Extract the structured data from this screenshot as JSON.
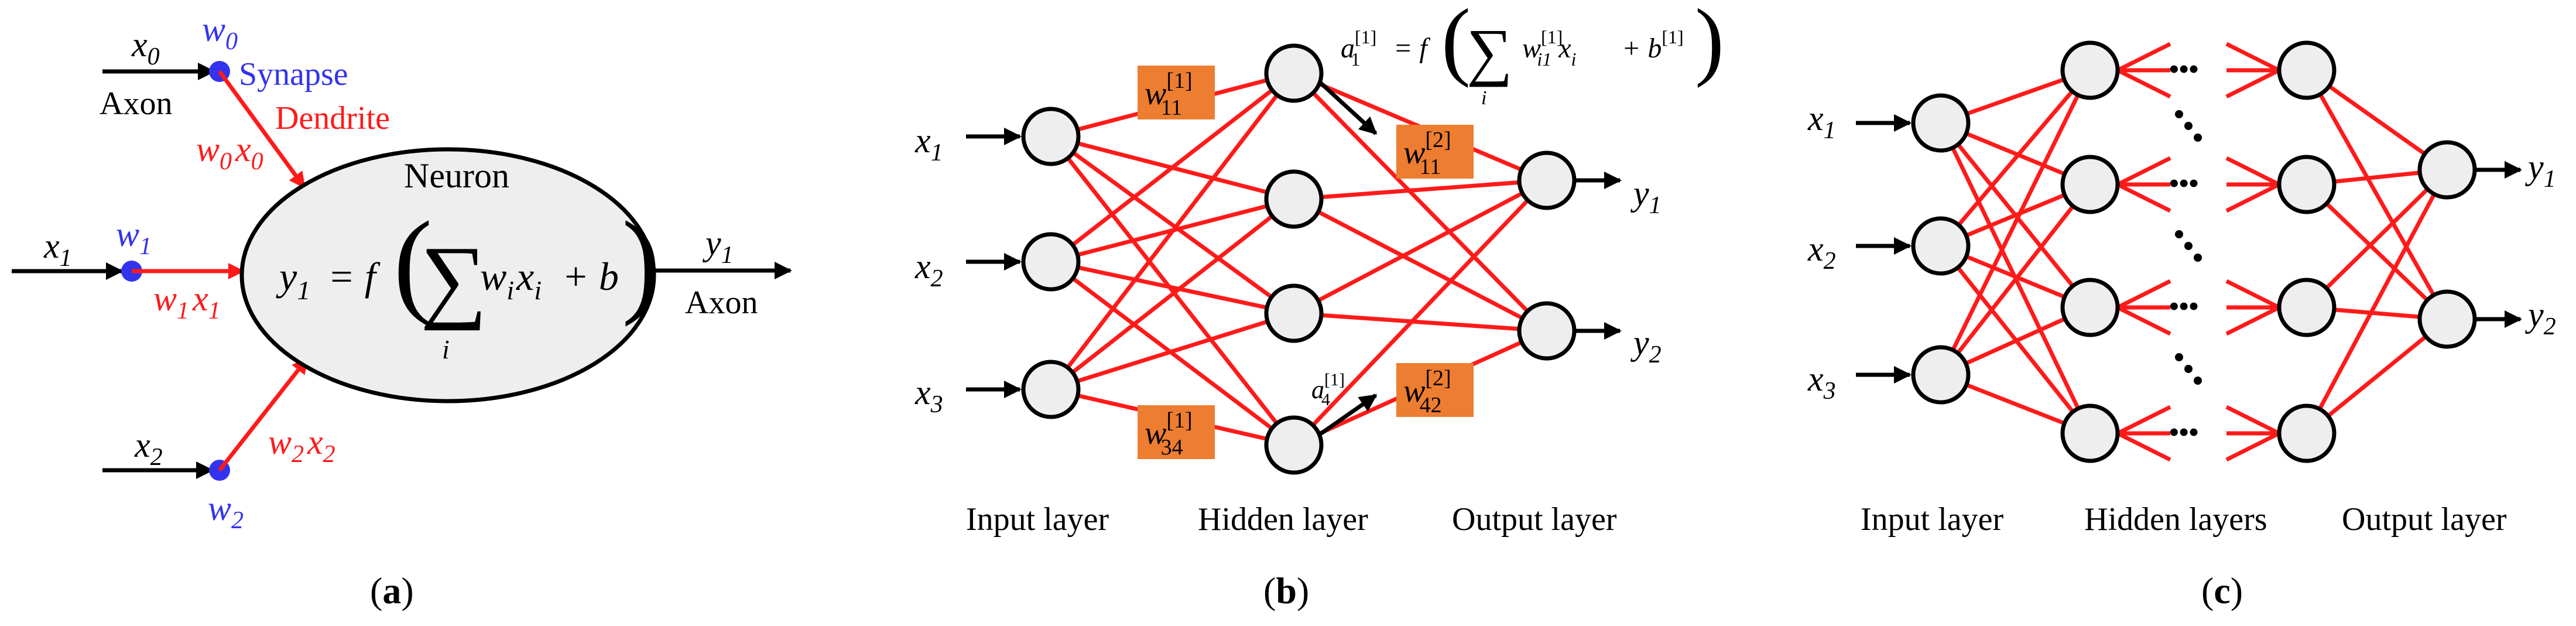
{
  "colors": {
    "red": "#ff1a1a",
    "black": "#000000",
    "blue": "#3333ee",
    "node_fill": "#eeeeee",
    "weight_box": "#ed7d31"
  },
  "panel_a": {
    "caption": "a",
    "x0": "x",
    "x0_sub": "0",
    "w0": "w",
    "w0_sub": "0",
    "axon_in": "Axon",
    "synapse": "Synapse",
    "dendrite": "Dendrite",
    "w0x0": [
      "w",
      "0",
      "x",
      "0"
    ],
    "neuron": "Neuron",
    "x1": "x",
    "x1_sub": "1",
    "w1": "w",
    "w1_sub": "1",
    "w1x1": [
      "w",
      "1",
      "x",
      "1"
    ],
    "x2": "x",
    "x2_sub": "2",
    "w2": "w",
    "w2_sub": "2",
    "w2x2": [
      "w",
      "2",
      "x",
      "2"
    ],
    "formula_lhs": "y",
    "formula_lhs_sub": "1",
    "formula_eq": "= f",
    "formula_sum_index": "i",
    "formula_body": "w",
    "formula_body_sub": "i",
    "formula_x": "x",
    "formula_x_sub": "i",
    "formula_plus_b": "+ b",
    "y1": "y",
    "y1_sub": "1",
    "axon_out": "Axon"
  },
  "panel_b": {
    "caption": "b",
    "inputs": [
      {
        "label": "x",
        "sub": "1"
      },
      {
        "label": "x",
        "sub": "2"
      },
      {
        "label": "x",
        "sub": "3"
      }
    ],
    "outputs": [
      {
        "label": "y",
        "sub": "1"
      },
      {
        "label": "y",
        "sub": "2"
      }
    ],
    "weights": [
      {
        "w": "w",
        "sup": "[1]",
        "sub": "11"
      },
      {
        "w": "w",
        "sup": "[1]",
        "sub": "34"
      },
      {
        "w": "w",
        "sup": "[2]",
        "sub": "11"
      },
      {
        "w": "w",
        "sup": "[2]",
        "sub": "42"
      }
    ],
    "activation_formula": {
      "a": "a",
      "a_sup": "[1]",
      "a_sub": "1",
      "eq": "= f",
      "w": "w",
      "w_sup": "[1]",
      "w_sub": "i1",
      "x": "x",
      "x_sub": "i",
      "plus_b": "+ b",
      "b_sup": "[1]",
      "sum_index": "i"
    },
    "a4": {
      "a": "a",
      "sup": "[1]",
      "sub": "4"
    },
    "layer_labels": [
      "Input layer",
      "Hidden layer",
      "Output layer"
    ]
  },
  "panel_c": {
    "caption": "c",
    "inputs": [
      {
        "label": "x",
        "sub": "1"
      },
      {
        "label": "x",
        "sub": "2"
      },
      {
        "label": "x",
        "sub": "3"
      }
    ],
    "outputs": [
      {
        "label": "y",
        "sub": "1"
      },
      {
        "label": "y",
        "sub": "2"
      }
    ],
    "ellipsis": "•••",
    "layer_labels": [
      "Input layer",
      "Hidden layers",
      "Output layer"
    ]
  }
}
